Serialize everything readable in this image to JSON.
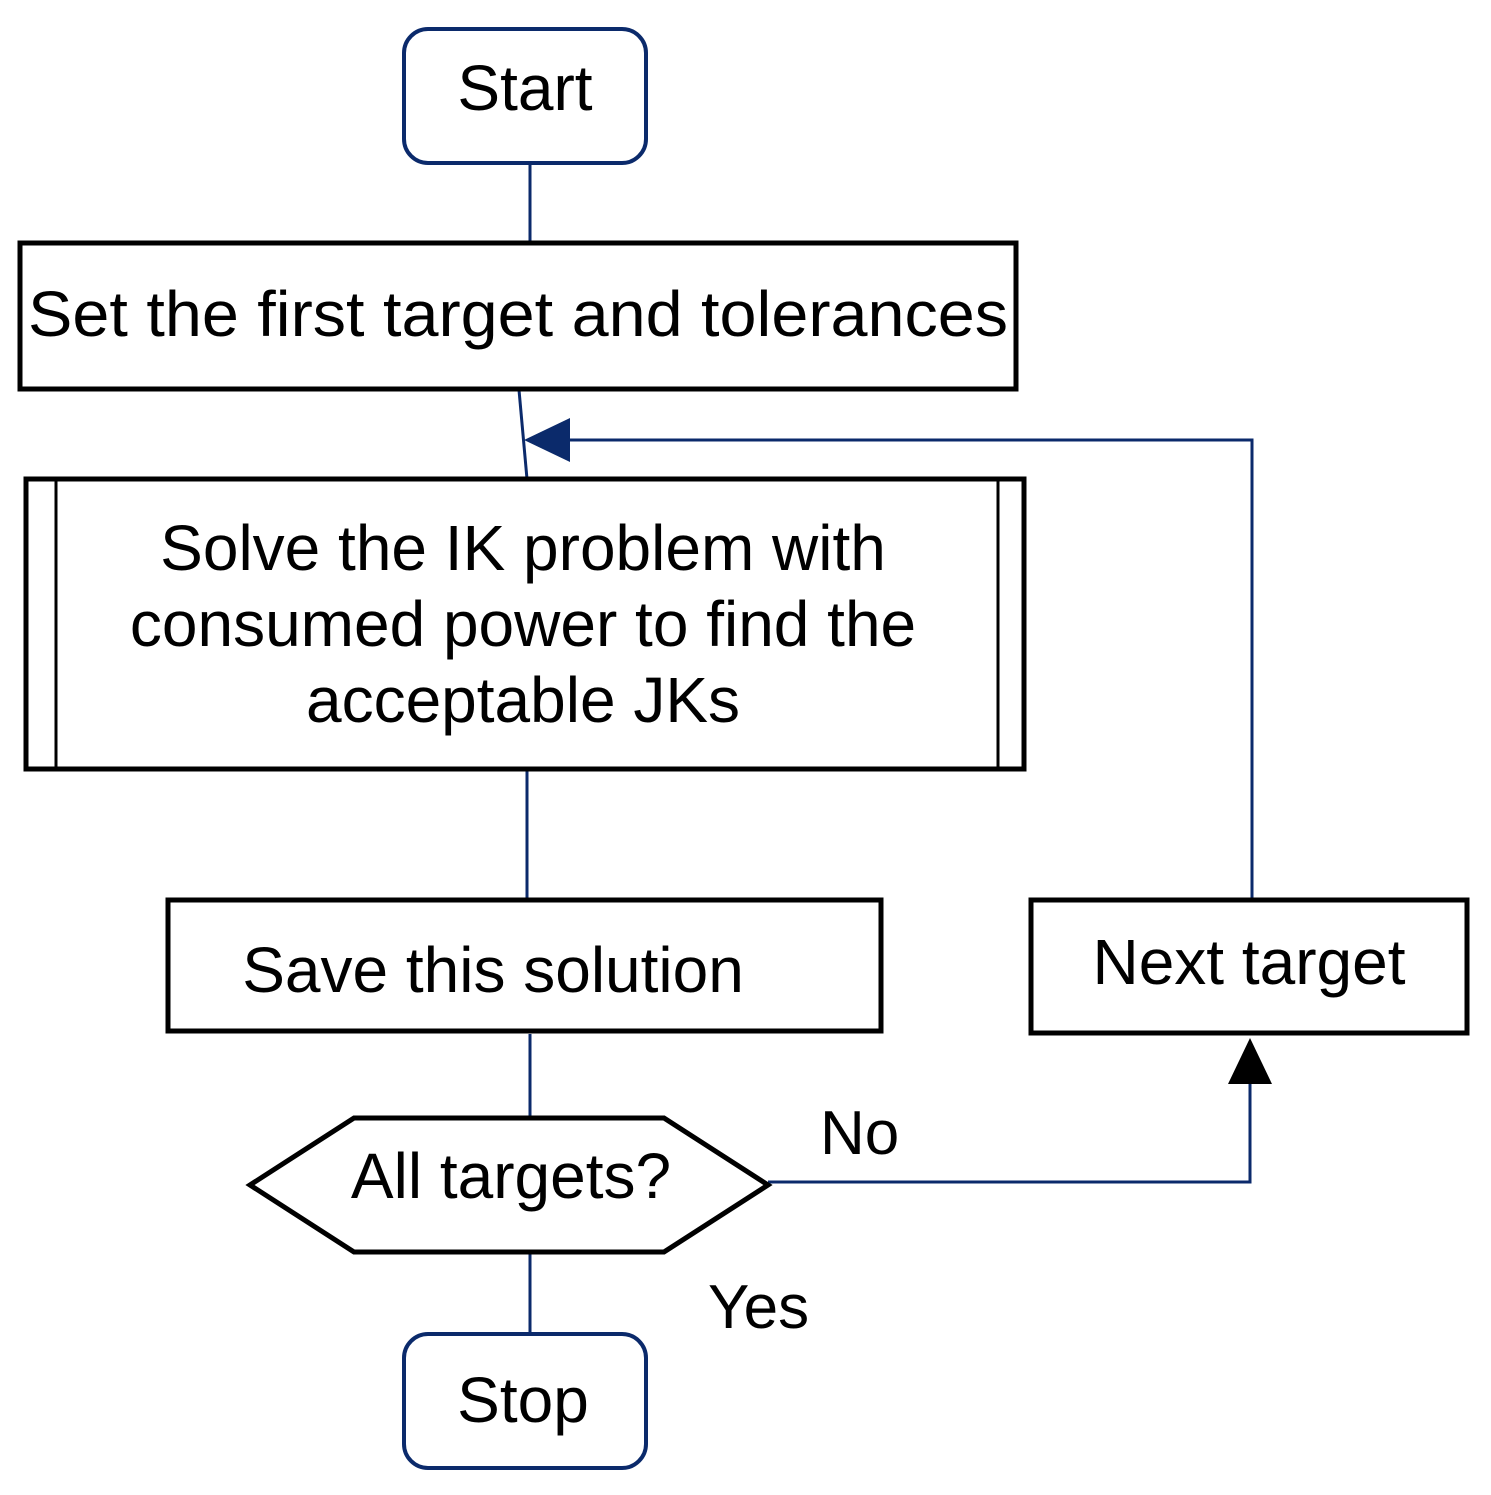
{
  "colors": {
    "terminal_border": "#0b2a6b",
    "box_border": "#000000",
    "connector": "#0b2a6b",
    "text": "#000000",
    "background": "#ffffff"
  },
  "nodes": {
    "start": {
      "label": "Start"
    },
    "set_target": {
      "label": "Set the first target and tolerances"
    },
    "solve_ik": {
      "lines": [
        "Solve the IK problem with",
        "consumed power to find the",
        "acceptable JKs"
      ]
    },
    "save_solution": {
      "label": "Save this solution"
    },
    "next_target": {
      "label": "Next target"
    },
    "all_targets": {
      "label": "All targets?"
    },
    "stop": {
      "label": "Stop"
    }
  },
  "edges": {
    "no_label": "No",
    "yes_label": "Yes"
  }
}
